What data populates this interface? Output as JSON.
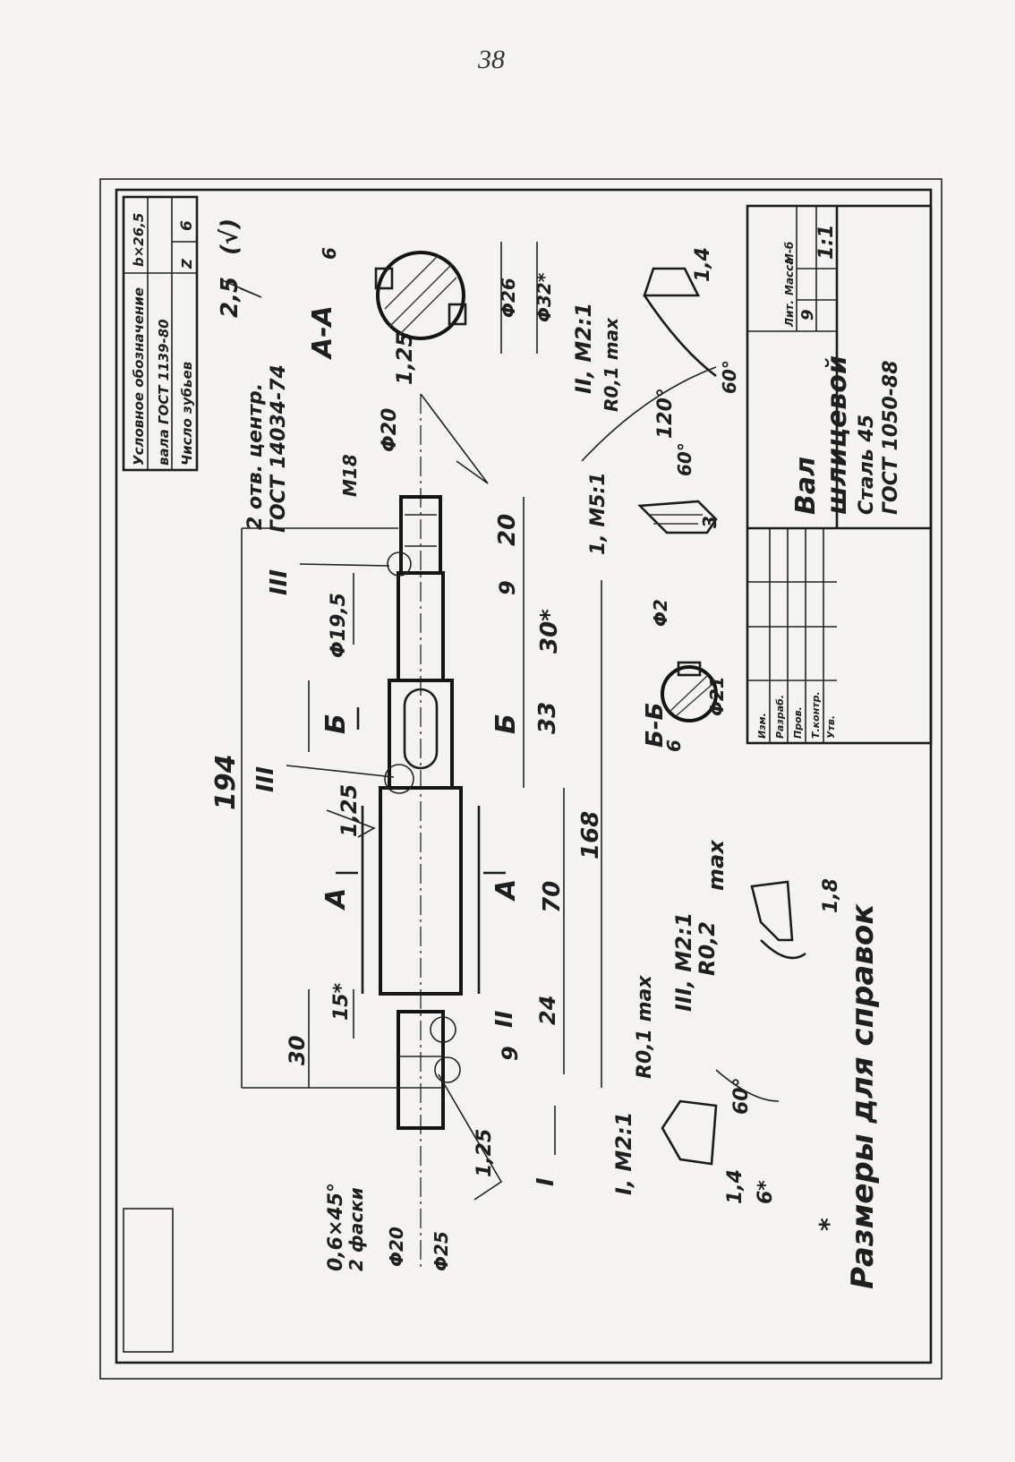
{
  "page_number": "38",
  "drawing": {
    "overall_length": "194",
    "dims": {
      "d30_left": "30",
      "d15": "15*",
      "d24": "24",
      "d9_left": "9",
      "d70": "70",
      "d168": "168",
      "d33": "33",
      "d30_right": "30*",
      "d9_right": "9",
      "d20": "20",
      "dia195": "Φ19,5",
      "dia20": "Φ20",
      "m18": "M18",
      "dia25": "Φ25",
      "dia20_left": "Φ20",
      "chamfer": "0,6×45°",
      "chamfer_note": "2 фаски"
    },
    "roughness": {
      "r125_left": "1,25",
      "r125_mid": "1,25",
      "r125_right": "1,25",
      "general": "2,5",
      "general_paren": "(√)"
    },
    "section_marks": {
      "a": "А",
      "a_lower": "А",
      "b": "Б",
      "b_lower": "Б",
      "roman_1": "I",
      "roman_2": "II",
      "roman_3": "III",
      "roman_3b": "III"
    },
    "center_hole": {
      "text": "2 отв. центр.",
      "standard": "ГОСТ 14034-74"
    },
    "section_aa": {
      "title": "А-А",
      "dim_6": "6",
      "dia26": "Φ26",
      "dia32": "Φ32*"
    },
    "section_bb": {
      "title": "Б-Б",
      "dia21": "Φ21",
      "dim_6": "6"
    },
    "detail_1": {
      "label": "I, M2:1",
      "radius": "R0,1 max",
      "angle": "60°",
      "dim_14": "1,4",
      "dim_6": "6*"
    },
    "detail_2": {
      "label": "II, M2:1",
      "radius": "R0,1 max",
      "angle": "60°",
      "dim_14": "1,4"
    },
    "detail_3": {
      "label": "III, M2:1",
      "radius": "R0,2",
      "note": "max",
      "dim_18": "1,8"
    },
    "detail_center": {
      "label": "1, M5:1",
      "angle_120": "120°",
      "angle_60": "60°",
      "dim_3": "3",
      "dia2": "Φ2"
    },
    "footnote_star": "*",
    "footnote": "Размеры для справок"
  },
  "spline_table": {
    "rows": [
      [
        "Условное обозначение",
        "b×26,5"
      ],
      [
        "вала ГОСТ 1139-80",
        ""
      ],
      [
        "Число зубьев",
        "6"
      ]
    ],
    "row3_num": "Z"
  },
  "title_block": {
    "name_line1": "Вал",
    "name_line2": "шлицевой",
    "material_line1": "Сталь 45",
    "material_line2": "ГОСТ 1050-88",
    "hdr_lit": "Лит.",
    "hdr_mass": "Масса",
    "hdr_scale": "М-б",
    "lit": "9",
    "scale": "1:1",
    "signers": [
      "Изм.",
      "Разраб.",
      "Пров.",
      "Т.контр.",
      "Утв."
    ]
  }
}
